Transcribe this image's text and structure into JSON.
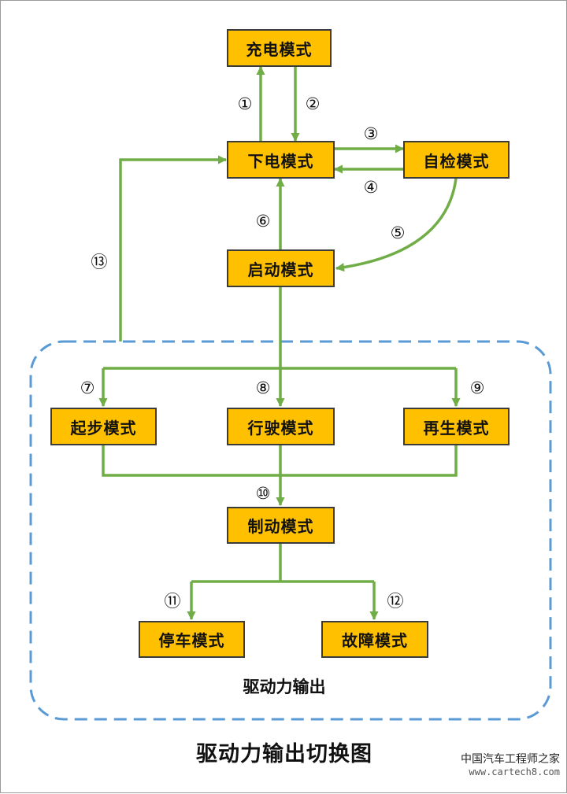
{
  "nodes": {
    "charging": "充电模式",
    "power_down": "下电模式",
    "self_check": "自检模式",
    "startup": "启动模式",
    "launch": "起步模式",
    "driving": "行驶模式",
    "regen": "再生模式",
    "braking": "制动模式",
    "parking": "停车模式",
    "fault": "故障模式"
  },
  "edge_labels": {
    "e1": "①",
    "e2": "②",
    "e3": "③",
    "e4": "④",
    "e5": "⑤",
    "e6": "⑥",
    "e7": "⑦",
    "e8": "⑧",
    "e9": "⑨",
    "e10": "⑩",
    "e11": "⑪",
    "e12": "⑫",
    "e13": "⑬"
  },
  "region_label": "驱动力输出",
  "caption": "驱动力输出切换图",
  "watermark": {
    "text": "中国汽车工程师之家",
    "url": "www.cartech8.com"
  },
  "colors": {
    "node_fill": "#FFC000",
    "node_border": "#3b3b3b",
    "arrow": "#70AD47",
    "region_border": "#5B9BD5"
  }
}
